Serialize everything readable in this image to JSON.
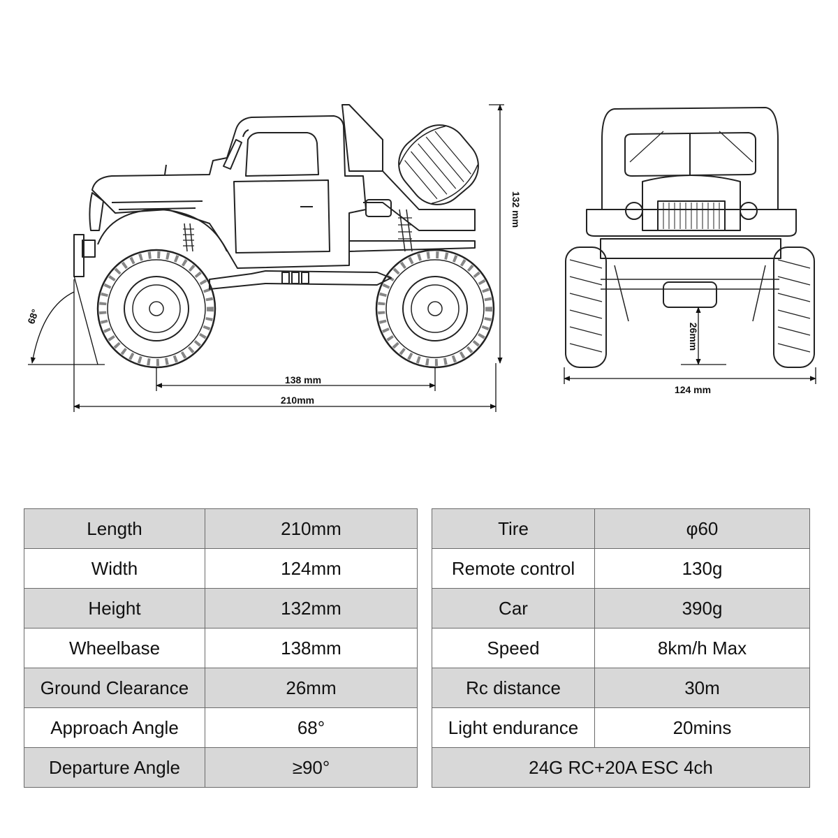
{
  "dimensions": {
    "height_label": "132 mm",
    "wheelbase_label": "138 mm",
    "length_label": "210mm",
    "width_label": "124 mm",
    "clearance_label": "26mm",
    "angle_label": "68°"
  },
  "spec_left": [
    {
      "label": "Length",
      "value": "210mm"
    },
    {
      "label": "Width",
      "value": "124mm"
    },
    {
      "label": "Height",
      "value": "132mm"
    },
    {
      "label": "Wheelbase",
      "value": "138mm"
    },
    {
      "label": "Ground Clearance",
      "value": "26mm"
    },
    {
      "label": "Approach Angle",
      "value": "68°"
    },
    {
      "label": "Departure Angle",
      "value": "≥90°"
    }
  ],
  "spec_right": [
    {
      "label": "Tire",
      "value": "φ60"
    },
    {
      "label": "Remote control",
      "value": "130g"
    },
    {
      "label": "Car",
      "value": "390g"
    },
    {
      "label": "Speed",
      "value": "8km/h Max"
    },
    {
      "label": "Rc distance",
      "value": "30m"
    },
    {
      "label": "Light endurance",
      "value": "20mins"
    }
  ],
  "spec_right_footer": "24G RC+20A ESC 4ch"
}
